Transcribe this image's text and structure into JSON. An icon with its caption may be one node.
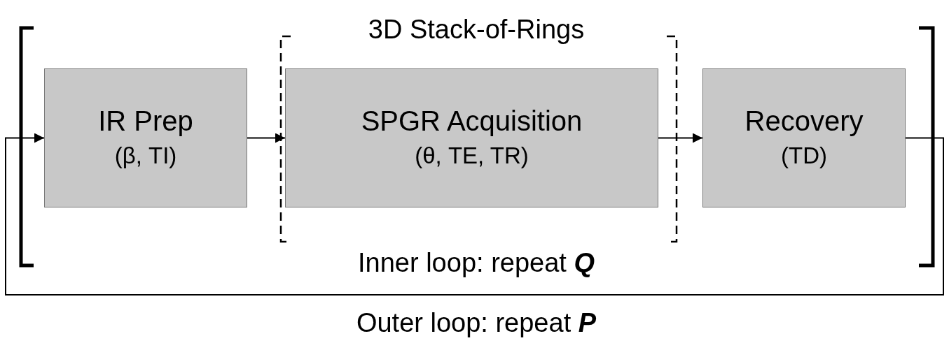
{
  "diagram": {
    "nodes": [
      {
        "text": [
          "IR Prep",
          "(β, TI)"
        ]
      },
      {
        "text": [
          "SPGR Acquisition",
          "(θ, TE, TR)"
        ]
      },
      {
        "text": [
          "Recovery",
          "(TD)"
        ]
      }
    ],
    "edges": [
      {
        "from": 0,
        "to": 1,
        "arrow": "to"
      },
      {
        "from": 1,
        "to": 2,
        "arrow": "to"
      },
      {
        "from": 2,
        "to": 0,
        "arrow": "to"
      }
    ],
    "labels": [
      "3D Stack-of-Rings",
      "Inner loop: repeat **Q**",
      "Outer loop: repeat **P**"
    ]
  }
}
